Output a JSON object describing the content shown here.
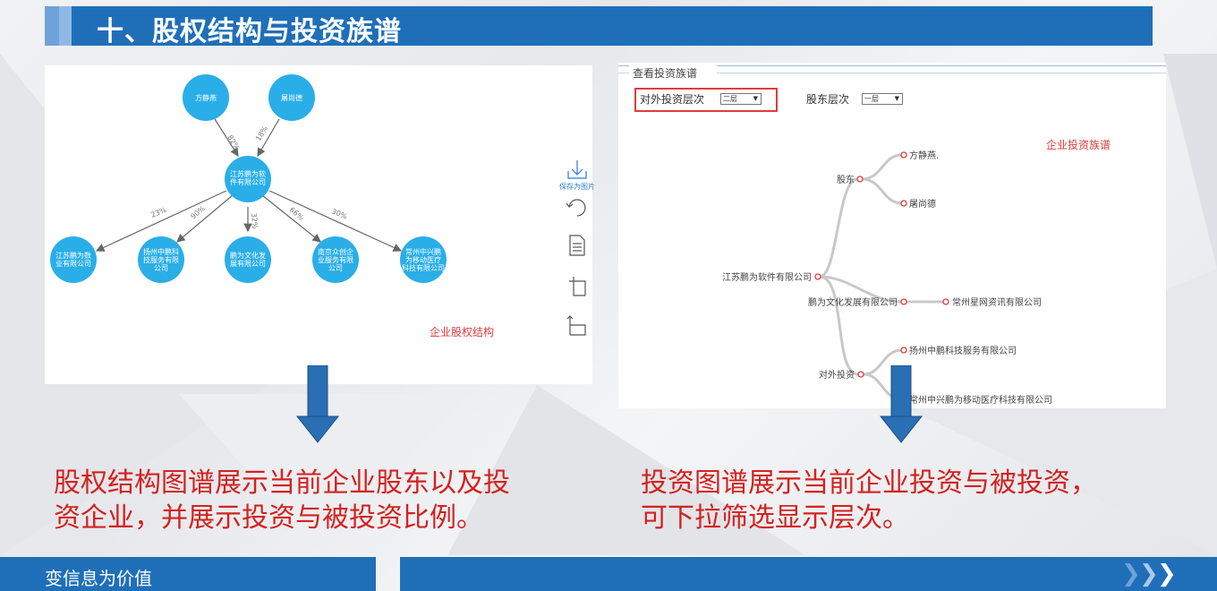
{
  "title": "十、股权结构与投资族谱",
  "equity_graph": {
    "nodes": {
      "shareholder1": "方静燕",
      "shareholder2": "屠尚德",
      "center_line1": "江苏鹏为软",
      "center_line2": "件有限公司",
      "child1_line1": "江苏鹏为数",
      "child1_line2": "业有限公司",
      "child2_line1": "扬州中鹏科",
      "child2_line2": "技服务有限",
      "child2_line3": "公司",
      "child3_line1": "鹏为文化发",
      "child3_line2": "展有限公司",
      "child4_line1": "南京众创企",
      "child4_line2": "业服务有限",
      "child4_line3": "公司",
      "child5_line1": "常州中兴鹏",
      "child5_line2": "为移动医疗",
      "child5_line3": "科技有限公司"
    },
    "edge_labels": [
      "82%",
      "18%",
      "23%",
      "90%",
      "32%",
      "66%",
      "30%"
    ],
    "corner_label": "企业股权结构",
    "save_label": "保存为图片"
  },
  "investment_tree": {
    "panel_title": "查看投资族谱",
    "invest_level_label": "对外投资层次",
    "invest_level_value": "二层",
    "holder_level_label": "股东层次",
    "holder_level_value": "一层",
    "corner_label": "企业投资族谱",
    "root": "江苏鹏为软件有限公司",
    "branch_shareholders": "股东",
    "shareholder1": "方静燕.",
    "shareholder2": "屠尚德",
    "sub_company": "鹏为文化发展有限公司",
    "sub_company_child": "常州星网资讯有限公司",
    "branch_invest": "对外投资",
    "invest1": "扬州中鹏科技服务有限公司",
    "invest2": "常州中兴鹏为移动医疗科技有限公司"
  },
  "captions": {
    "left_line1": "股权结构图谱展示当前企业股东以及投",
    "left_line2": "资企业，并展示投资与被投资比例。",
    "right_line1": "投资图谱展示当前企业投资与被投资，",
    "right_line2": "可下拉筛选显示层次。"
  },
  "footer": {
    "slogan": "变信息为价值"
  },
  "colors": {
    "brand_blue": "#1f6fb8",
    "node_blue": "#2aaee8",
    "caption_red": "#d3221f"
  }
}
